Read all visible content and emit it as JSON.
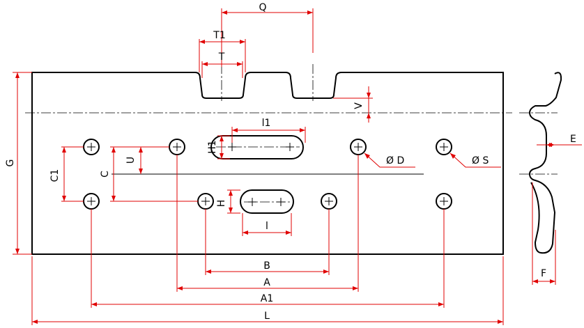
{
  "dimensions": {
    "q": "Q",
    "t1": "T1",
    "t": "T",
    "g": "G",
    "v": "V",
    "l1": "l1",
    "h1": "H1",
    "u": "U",
    "c1": "C1",
    "c": "C",
    "h": "H",
    "l": "l",
    "b": "B",
    "a": "A",
    "a1": "A1",
    "length": "L",
    "d": "Ø D",
    "s": "Ø S",
    "e": "E",
    "f": "F"
  },
  "colors": {
    "dimension": "#e00000",
    "outline": "#000000",
    "background": "#ffffff"
  }
}
